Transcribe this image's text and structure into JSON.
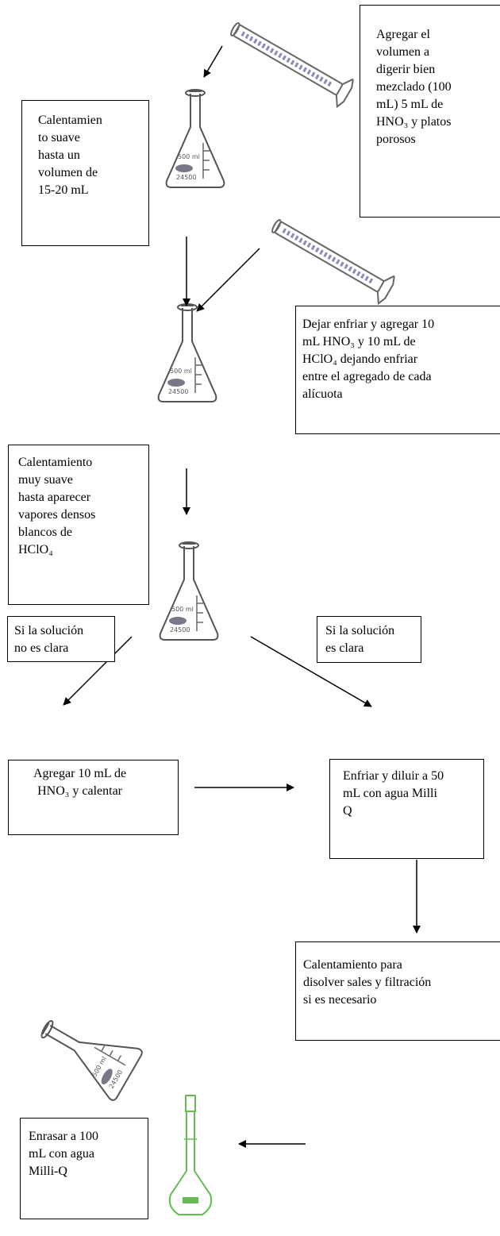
{
  "steps": {
    "s1": [
      "Agregar el",
      "volumen a",
      "digerir bien",
      "mezclado (100",
      "mL)  5 mL de",
      "HNO₃ y platos",
      "porosos"
    ],
    "s2": [
      "Calentamien",
      "to suave",
      "hasta un",
      "volumen de",
      "15-20 mL"
    ],
    "s3": [
      "Dejar enfriar y agregar 10",
      "mL HNO₃  y 10 mL de",
      "HClO₄ dejando enfriar",
      "entre el agregado de cada",
      "alícuota"
    ],
    "s4": [
      "Calentamiento",
      "muy suave",
      "hasta aparecer",
      "vapores densos",
      "blancos de",
      "HClO₄"
    ],
    "s5": [
      "Si la solución",
      "no es clara"
    ],
    "s6": [
      "Si la solución",
      "es clara"
    ],
    "s7": [
      "Agregar 10 mL de",
      "HNO₃ y calentar"
    ],
    "s8": [
      "Enfriar y diluir a 50",
      "mL con agua Milli",
      "Q"
    ],
    "s9": [
      "Calentamiento para",
      "disolver sales y  filtración",
      "si es necesario"
    ],
    "s10": [
      "Enrasar a 100",
      "mL con agua",
      "Milli-Q"
    ]
  },
  "icons": [
    "graduated-cylinder-icon",
    "erlenmeyer-flask-icon",
    "volumetric-flask-icon"
  ]
}
